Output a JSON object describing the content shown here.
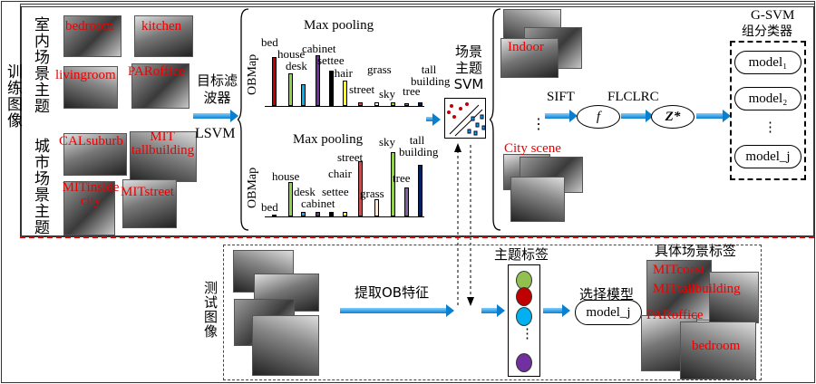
{
  "training": {
    "label": "训练图像",
    "indoor_theme": "室内场景主题",
    "city_theme": "城市场景主题",
    "indoor_images": [
      "bedroom",
      "kitchen",
      "livingroom",
      "PARoffice"
    ],
    "city_images": [
      "CALsuburb",
      "MIT tallbuilding",
      "MITinside city",
      "MITstreet"
    ],
    "filter_label": "目标滤波器",
    "lsvm_label": "LSVM"
  },
  "chart_data": [
    {
      "type": "bar",
      "title": "Max pooling",
      "ylabel": "OBMap",
      "categories": [
        "bed",
        "house",
        "desk",
        "cabinet",
        "settee",
        "chair",
        "street",
        "grass",
        "sky",
        "tree",
        "tall building"
      ],
      "values": [
        54,
        36,
        24,
        56,
        39,
        28,
        4,
        4,
        4,
        3,
        4
      ],
      "colors": [
        "#c00000",
        "#92d050",
        "#00b0f0",
        "#7030a0",
        "#000000",
        "#ffff00",
        "#c0504d",
        "#ffffff",
        "#92d050",
        "#8064a2",
        "#002060"
      ]
    },
    {
      "type": "bar",
      "title": "Max pooling",
      "ylabel": "OBMap",
      "categories": [
        "bed",
        "house",
        "desk",
        "cabinet",
        "settee",
        "chair",
        "street",
        "grass",
        "sky",
        "tree",
        "tall building"
      ],
      "values": [
        2,
        38,
        5,
        5,
        5,
        5,
        61,
        19,
        71,
        32,
        57
      ],
      "colors": [
        "#c00000",
        "#92d050",
        "#00b0f0",
        "#7030a0",
        "#000000",
        "#ffff00",
        "#c0504d",
        "#fdeada",
        "#92d050",
        "#8064a2",
        "#002060"
      ]
    }
  ],
  "svm": {
    "label": "场景主题SVM"
  },
  "theme_groups": {
    "indoor": "Indoor",
    "city": "City scene",
    "dots": "⋮"
  },
  "pipeline": {
    "sift": "SIFT",
    "f": "f",
    "flclrc": "FLCLRC",
    "z": "Z*"
  },
  "gsvm": {
    "title": "G-SVM",
    "subtitle": "组分类器",
    "models": [
      "model₁",
      "model₂",
      "model_j"
    ],
    "dots": "⋮"
  },
  "testing": {
    "label": "测试图像",
    "extract_label": "提取OB特征",
    "topic_labels_title": "主题标签",
    "topic_colors": [
      "#92c050",
      "#c00000",
      "#00b0f0",
      "#7030a0"
    ],
    "dots": "⋮",
    "select_label": "选择模型",
    "model": "model_j",
    "specific_title": "具体场景标签",
    "specific_labels": [
      "MITcoast",
      "MITtallbuilding",
      "PARoffice",
      "bedroom"
    ]
  },
  "colors": {
    "arrow": "#0a7fd0",
    "separator": "#e00000",
    "label_red": "#ee0000"
  }
}
